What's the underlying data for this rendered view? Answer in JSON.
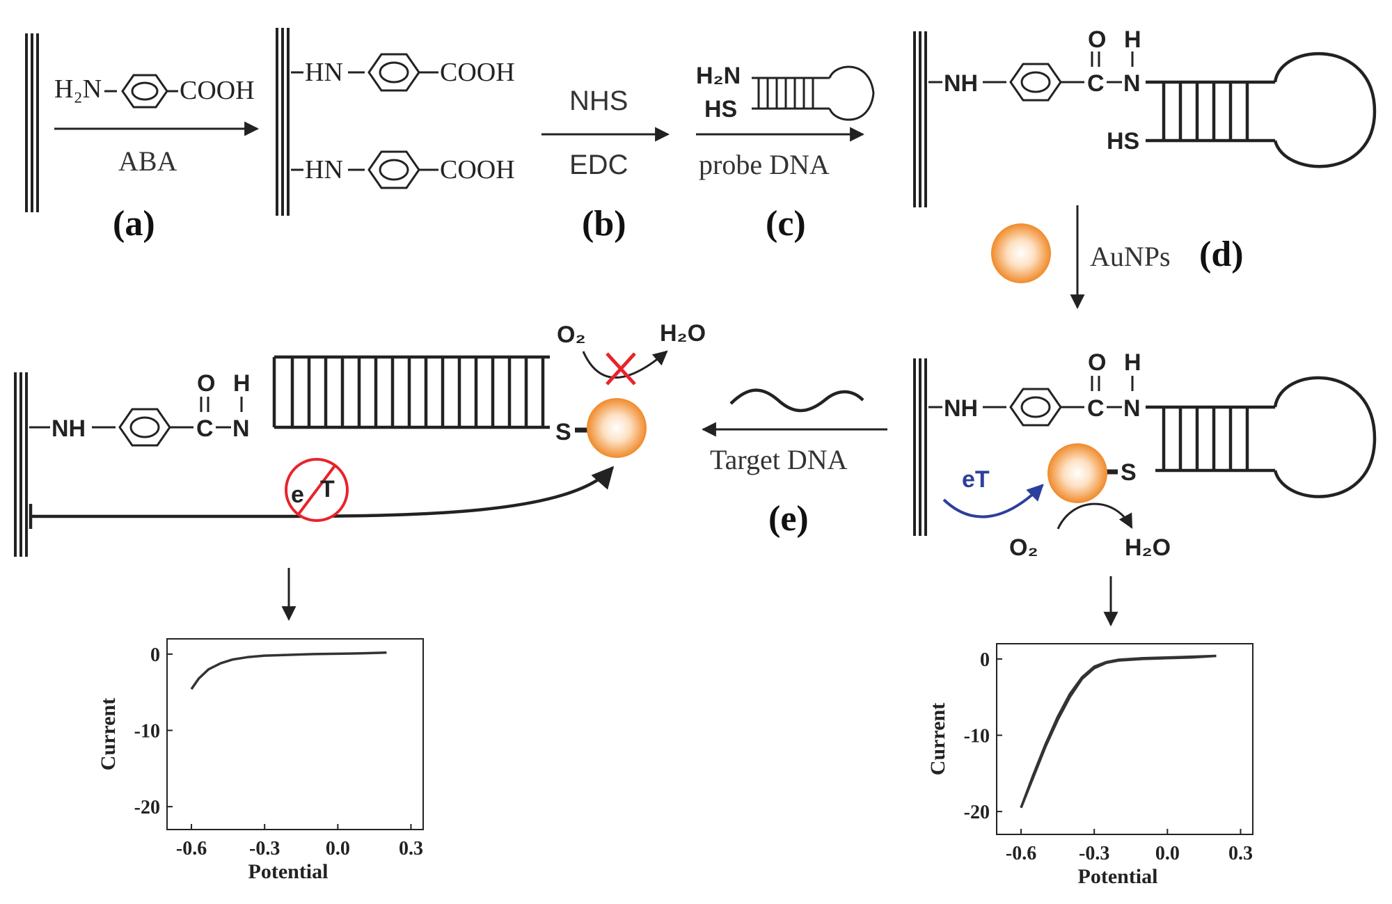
{
  "steps": {
    "a": {
      "label": "(a)",
      "reagent": "ABA",
      "reactant": "H₂N",
      "reactant_tail": "COOH"
    },
    "b": {
      "label": "(b)",
      "reagent_top": "NHS",
      "reagent_bottom": "EDC"
    },
    "c": {
      "label": "(c)",
      "reagent": "probe DNA",
      "probe_top": "H₂N",
      "probe_bottom": "HS"
    },
    "d": {
      "label": "(d)",
      "reagent": "AuNPs"
    },
    "e": {
      "label": "(e)",
      "reagent": "Target DNA"
    }
  },
  "chem": {
    "hn": "HN",
    "nh": "NH",
    "cooh": "COOH",
    "c": "C",
    "n": "N",
    "o": "O",
    "h": "H",
    "hs": "HS",
    "s": "S",
    "o2": "O₂",
    "h2o": "H₂O",
    "et": "eT",
    "et_e": "e",
    "et_t": "T"
  },
  "colors": {
    "electrode": "#222222",
    "aunp_edge": "#f08a2a",
    "aunp_center": "#ffffff",
    "et_arrow": "#2c3f9c",
    "block_mark": "#e8232a"
  },
  "chart_data": [
    {
      "type": "line",
      "position": "left",
      "xlabel": "Potential",
      "ylabel": "Current",
      "xlim": [
        -0.7,
        0.35
      ],
      "ylim": [
        -23,
        2
      ],
      "xticks": [
        -0.6,
        -0.3,
        0.0,
        0.3
      ],
      "yticks": [
        0,
        -10,
        -20
      ],
      "xtick_labels": [
        "-0.6",
        "-0.3",
        "0.0",
        "0.3"
      ],
      "ytick_labels": [
        "0",
        "-10",
        "-20"
      ],
      "series": [
        {
          "x": [
            -0.6,
            -0.57,
            -0.53,
            -0.48,
            -0.43,
            -0.37,
            -0.3,
            -0.2,
            -0.1,
            0.0,
            0.1,
            0.2
          ],
          "y": [
            -4.6,
            -3.2,
            -2.0,
            -1.2,
            -0.7,
            -0.4,
            -0.2,
            -0.1,
            0.0,
            0.05,
            0.1,
            0.2
          ]
        }
      ]
    },
    {
      "type": "line",
      "position": "right",
      "xlabel": "Potential",
      "ylabel": "Current",
      "xlim": [
        -0.7,
        0.35
      ],
      "ylim": [
        -23,
        2
      ],
      "xticks": [
        -0.6,
        -0.3,
        0.0,
        0.3
      ],
      "yticks": [
        0,
        -10,
        -20
      ],
      "xtick_labels": [
        "-0.6",
        "-0.3",
        "0.0",
        "0.3"
      ],
      "ytick_labels": [
        "0",
        "-10",
        "-20"
      ],
      "series": [
        {
          "x": [
            -0.6,
            -0.55,
            -0.5,
            -0.45,
            -0.4,
            -0.35,
            -0.3,
            -0.25,
            -0.2,
            -0.1,
            0.0,
            0.1,
            0.2
          ],
          "y": [
            -19.5,
            -15.5,
            -11.5,
            -8.0,
            -5.0,
            -2.6,
            -1.2,
            -0.5,
            -0.2,
            0.0,
            0.1,
            0.2,
            0.4
          ]
        },
        {
          "x": [
            0.2,
            0.1,
            0.0,
            -0.1,
            -0.2,
            -0.25,
            -0.3,
            -0.35,
            -0.4,
            -0.45,
            -0.5,
            -0.55,
            -0.6
          ],
          "y": [
            0.4,
            0.3,
            0.2,
            0.1,
            -0.1,
            -0.4,
            -1.0,
            -2.4,
            -4.6,
            -7.6,
            -11.2,
            -15.2,
            -19.5
          ]
        }
      ]
    }
  ]
}
